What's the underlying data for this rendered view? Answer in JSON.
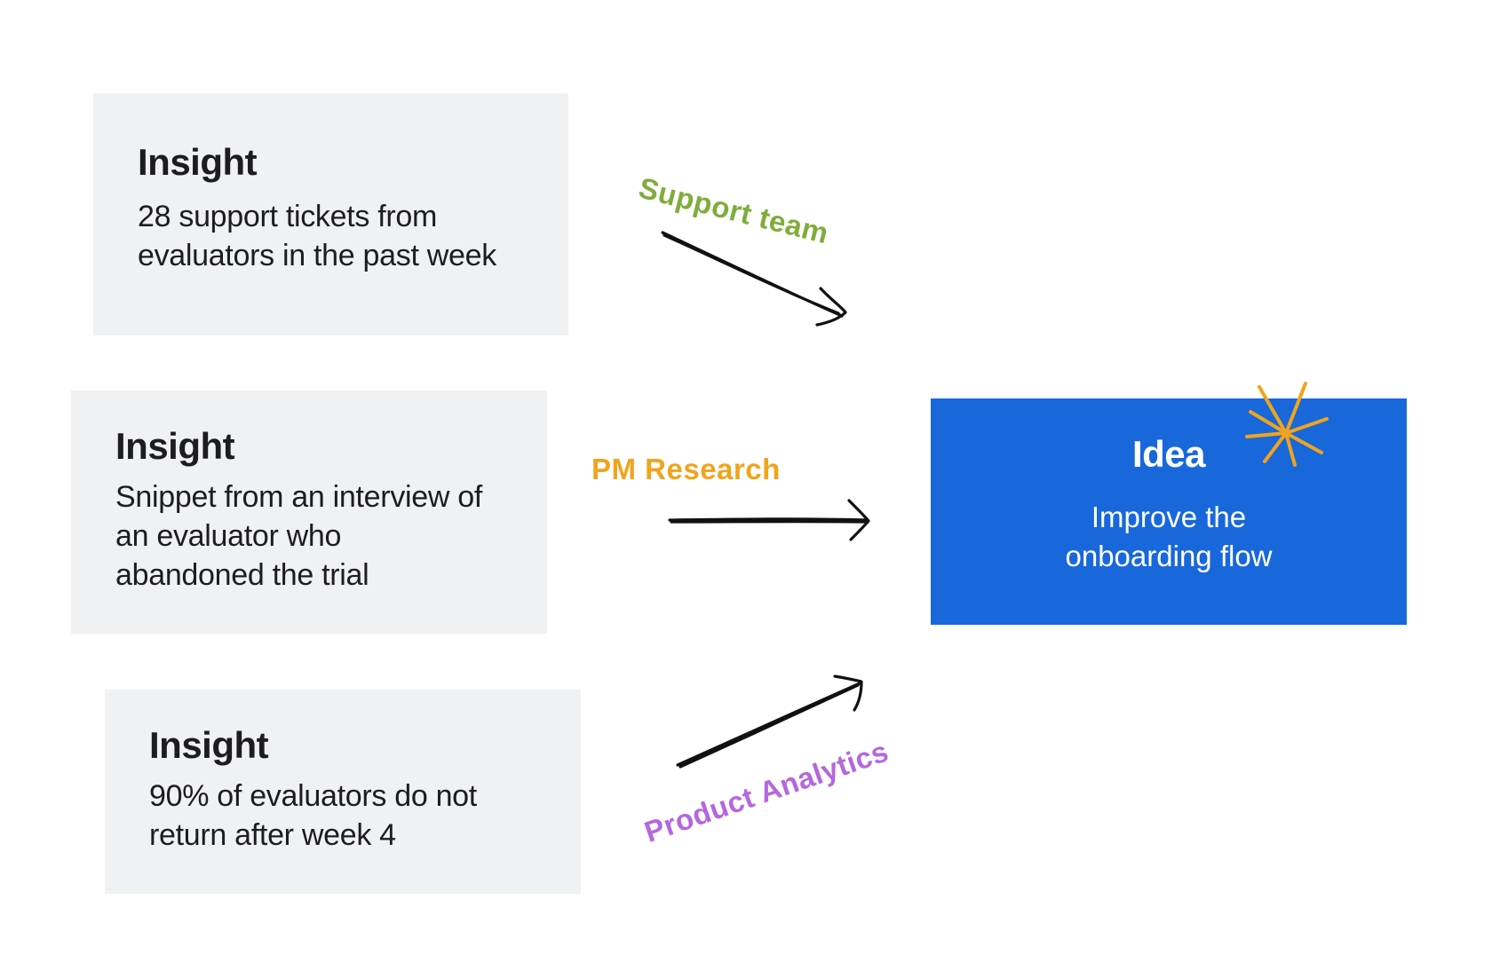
{
  "insights": [
    {
      "title": "Insight",
      "body": "28 support tickets from evaluators in the past week"
    },
    {
      "title": "Insight",
      "body": "Snippet from an interview of an evaluator who abandoned the trial"
    },
    {
      "title": "Insight",
      "body": "90% of evaluators do not return after week 4"
    }
  ],
  "idea": {
    "title": "Idea",
    "body": "Improve the onboarding flow",
    "background_color": "#1868db"
  },
  "sources": [
    {
      "label": "Support team",
      "color": "#7fad3b"
    },
    {
      "label": "PM Research",
      "color": "#f0a41d"
    },
    {
      "label": "Product Analytics",
      "color": "#b566e0"
    }
  ],
  "decoration": {
    "sparkle_icon": "sparkle-icon",
    "sparkle_color": "#f0a41d"
  },
  "arrow_color": "#111111"
}
